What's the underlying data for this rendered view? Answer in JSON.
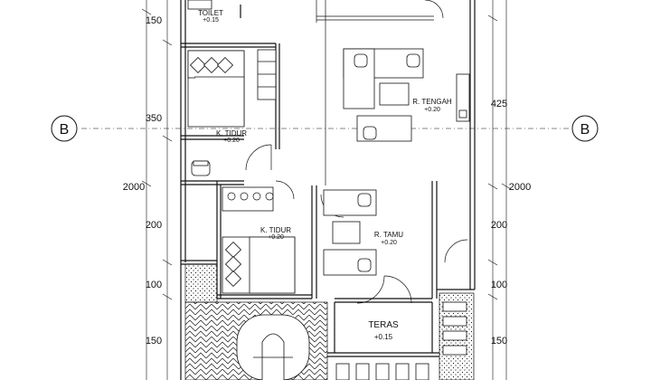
{
  "rooms": {
    "toilet": {
      "name": "TOILET",
      "level": "+0.15"
    },
    "bedroom_top": {
      "name": "K. TIDUR",
      "level": "+0.20"
    },
    "bedroom_bottom": {
      "name": "K. TIDUR",
      "level": "+0.20"
    },
    "family_room": {
      "name": "R. TENGAH",
      "level": "+0.20"
    },
    "living_room": {
      "name": "R. TAMU",
      "level": "+0.20"
    },
    "terrace": {
      "name": "TERAS",
      "level": "+0.15"
    }
  },
  "grid": {
    "left_marker": "B",
    "right_marker": "B"
  },
  "dimensions": {
    "left": [
      "150",
      "350",
      "2000",
      "200",
      "100",
      "150"
    ],
    "right": [
      "425",
      "2000",
      "200",
      "100",
      "150"
    ]
  }
}
